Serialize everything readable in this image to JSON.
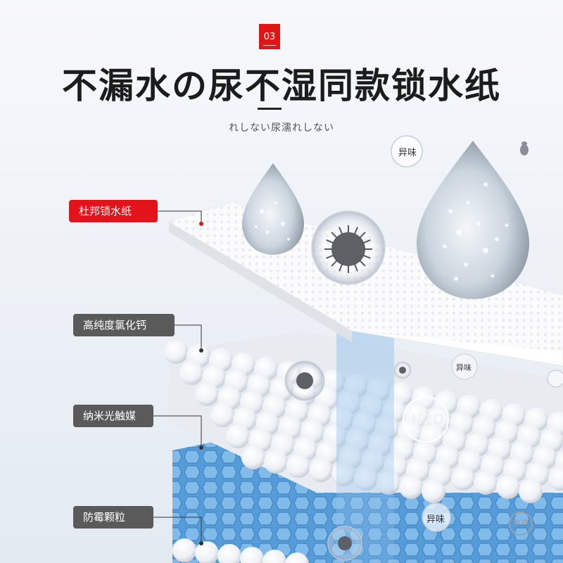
{
  "badge": {
    "number": "03"
  },
  "title": "不漏水の尿不湿同款锁水纸",
  "subtitle": "れしない尿濡れしない",
  "layers": [
    {
      "label": "杜邦锁水纸",
      "color": "#e3131b"
    },
    {
      "label": "高纯度氯化钙",
      "color": "#5a5a5a"
    },
    {
      "label": "纳米光触媒",
      "color": "#5a5a5a"
    },
    {
      "label": "防霉颗粒",
      "color": "#5a5a5a"
    }
  ],
  "bubbles": {
    "odor_top": "异味",
    "odor_mid": "异味",
    "h2o": "H2O",
    "odor_bottom": "异味"
  },
  "icons": [
    "water-drop-icon",
    "virus-icon",
    "bug-icon"
  ],
  "colors": {
    "accent_red": "#e3131b",
    "label_gray": "#5a5a5a",
    "mesh_blue": "#5aa2dc"
  }
}
